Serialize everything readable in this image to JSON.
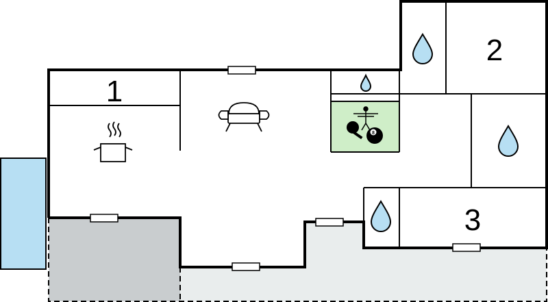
{
  "rooms": {
    "bedroom_1": {
      "label": "1"
    },
    "bedroom_2": {
      "label": "2"
    },
    "bedroom_3": {
      "label": "3"
    }
  },
  "icons": {
    "kitchen": "cooking-pot-icon",
    "living": "sofa-icon",
    "leisure": [
      "table-tennis-icon",
      "billiard-ball-icon",
      "table-football-icon"
    ],
    "bathroom": "water-drop-icon"
  },
  "leisure_room": {
    "ball_number": "8"
  },
  "colors": {
    "pool": "#b7dff3",
    "terrace_covered": "#c9cdcf",
    "terrace_open": "#e9eded",
    "leisure_room": "#cfeec8",
    "water_drop": "#b7dff3"
  }
}
